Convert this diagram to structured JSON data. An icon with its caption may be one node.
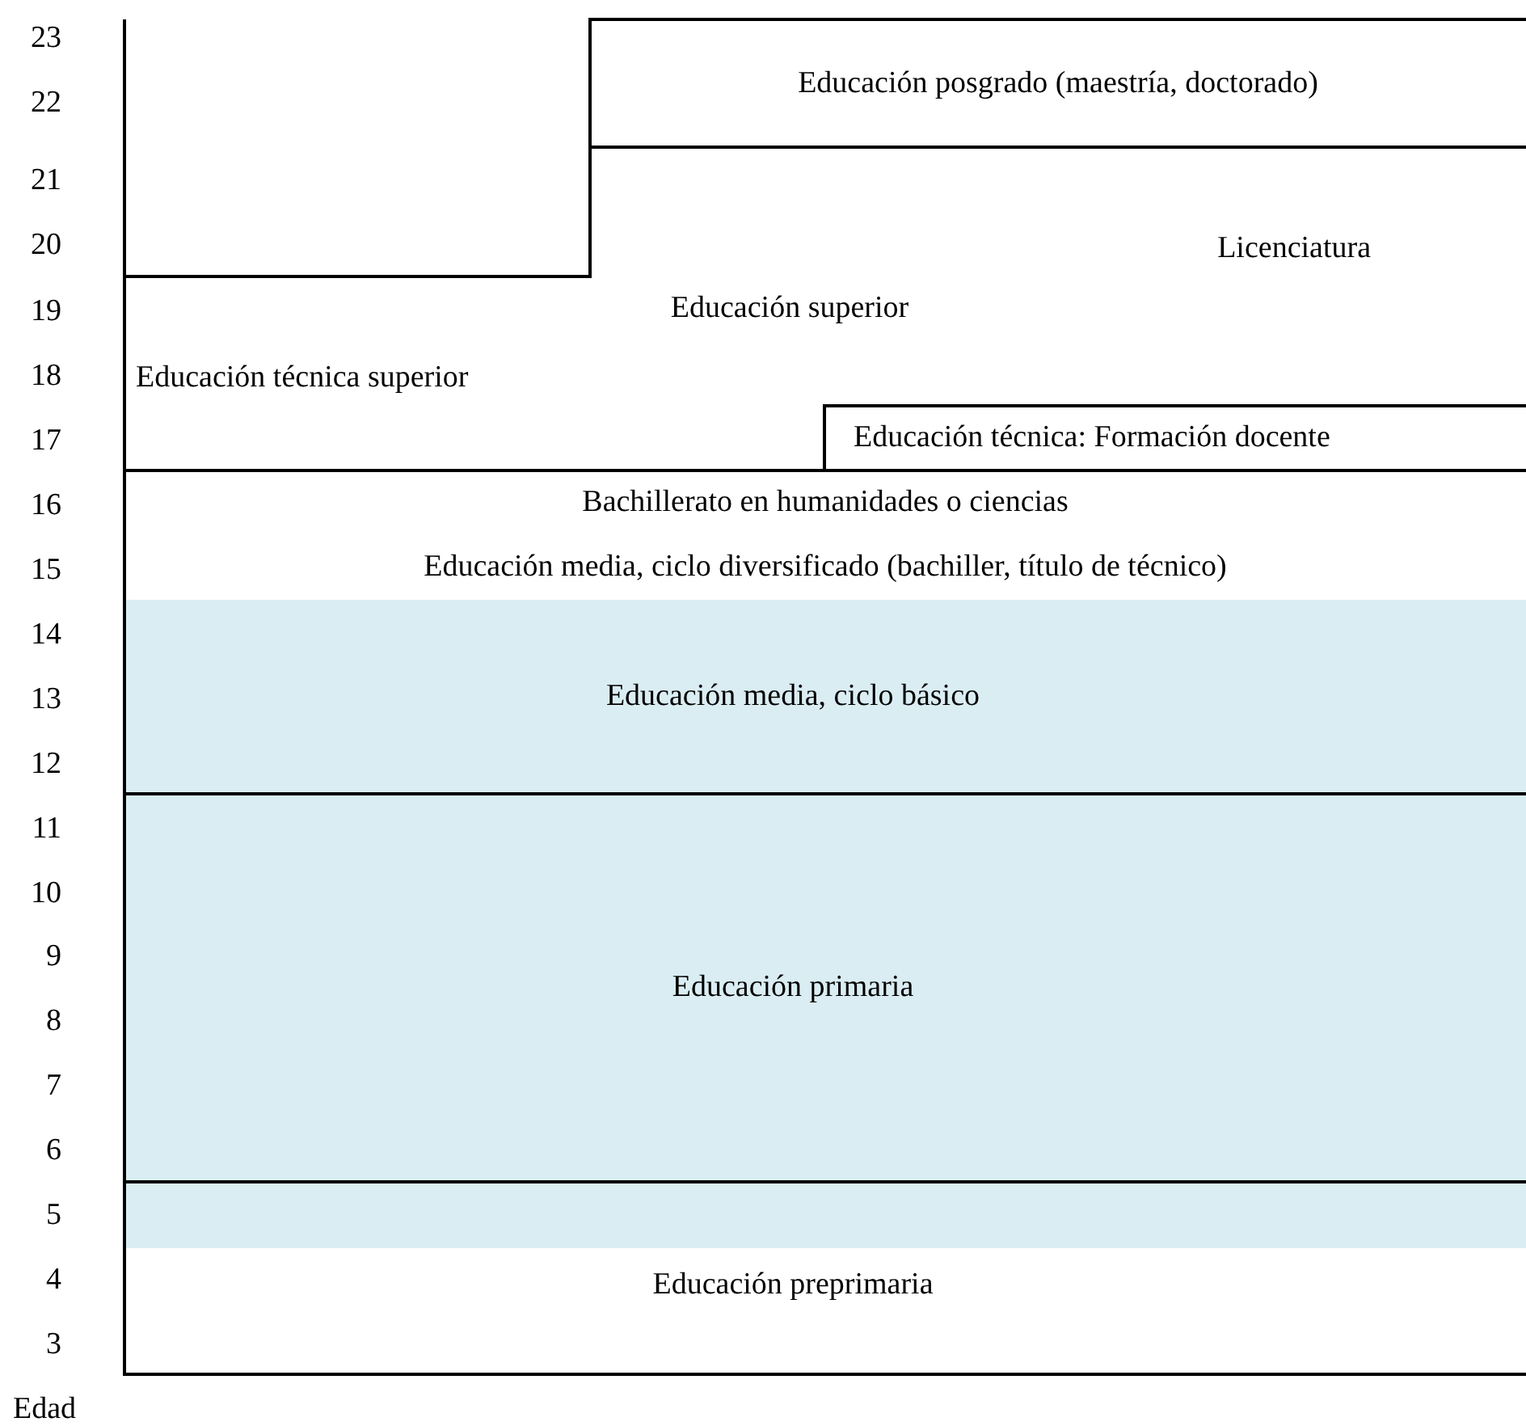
{
  "diagram": {
    "nodes": [
      {
        "text": [
          "Educación posgrado (maestría, doctorado)"
        ]
      },
      {
        "text": [
          "Licenciatura"
        ]
      },
      {
        "text": [
          "Educación superior"
        ]
      },
      {
        "text": [
          "Educación técnica superior"
        ]
      },
      {
        "text": [
          "Educación técnica: Formación docente"
        ]
      },
      {
        "text": [
          "Bachillerato en humanidades o ciencias",
          "Educación media, ciclo diversificado (bachiller, título de técnico)"
        ]
      },
      {
        "text": [
          "Educación media, ciclo básico"
        ]
      },
      {
        "text": [
          "Educación primaria"
        ]
      },
      {
        "text": [
          "Educación preprimaria"
        ]
      }
    ],
    "edges": [],
    "labels": [
      "23",
      "22",
      "21",
      "20",
      "19",
      "18",
      "17",
      "16",
      "15",
      "14",
      "13",
      "12",
      "11",
      "10",
      "9",
      "8",
      "7",
      "6",
      "5",
      "4",
      "3",
      "Edad"
    ]
  }
}
